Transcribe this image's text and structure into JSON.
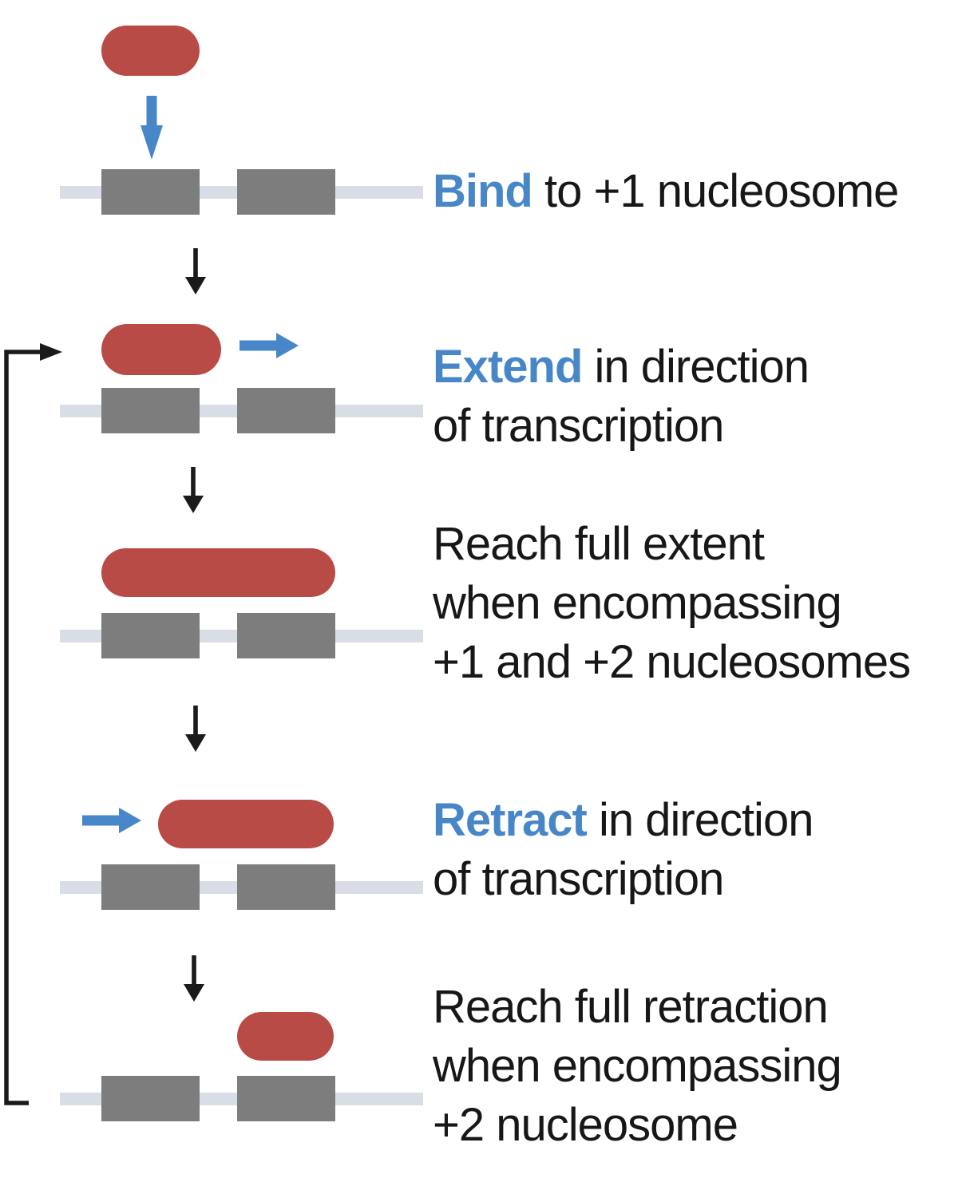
{
  "colors": {
    "background": "#ffffff",
    "condensate_red": "#b94b47",
    "nucleosome_gray": "#7d7d7d",
    "dna_gray": "#d9dde6",
    "arrow_blue": "#4787c8",
    "keyword_blue": "#4787c8",
    "flow_black": "#1a1a1a",
    "text_black": "#171717"
  },
  "stages": [
    {
      "keyword": "Bind",
      "rest": " to +1 nucleosome"
    },
    {
      "keyword": "Extend",
      "rest": " in direction",
      "line2": "of transcription"
    },
    {
      "line1": "Reach full extent",
      "line2": "when encompassing",
      "line3": "+1 and +2 nucleosomes"
    },
    {
      "keyword": "Retract",
      "rest": " in direction",
      "line2": "of transcription"
    },
    {
      "line1": "Reach full retraction",
      "line2": "when encompassing",
      "line3": "+2 nucleosome"
    }
  ]
}
